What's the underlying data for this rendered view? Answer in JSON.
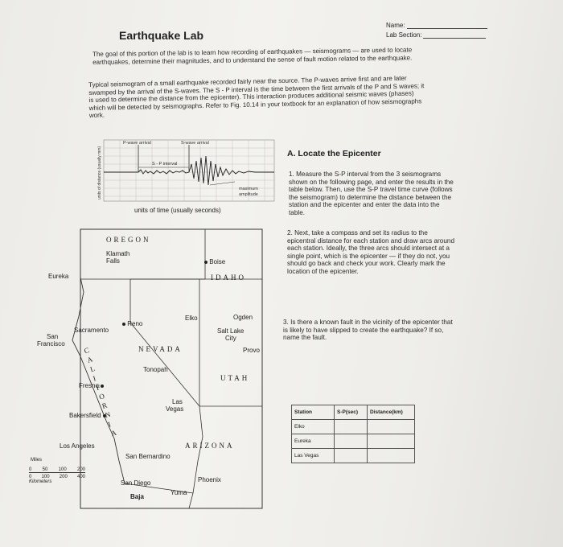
{
  "header": {
    "title": "Earthquake Lab",
    "name_label": "Name:",
    "lab_section_label": "Lab Section:"
  },
  "intro": {
    "p1": "The goal of this portion of the lab is to learn how recording of earthquakes — seismograms — are used to locate earthquakes, determine their magnitudes, and to understand the sense of fault motion related to the earthquake.",
    "p2": "Typical seismogram of a small earthquake recorded fairly near the source. The P-waves arrive first and are later swamped by the arrival of the S-waves. The S - P interval is the time between the first arrivals of the P and S waves; it is used to determine the distance from the epicenter). This interaction produces additional seismic waves (phases) which will be detected by seismographs. Refer to Fig. 10.14 in your textbook for an explanation of how seismographs work."
  },
  "seismogram": {
    "y_label": "units of distance (usually mm)",
    "x_label": "units of time (usually seconds)",
    "p_wave_label": "P-wave arrival",
    "s_wave_label": "S-wave arrival",
    "sp_interval_label": "S - P interval",
    "max_amp_label_1": "maximum",
    "max_amp_label_2": "amplitude"
  },
  "map": {
    "states": {
      "oregon": "OREGON",
      "idaho": "IDAHO",
      "nevada": "NEVADA",
      "utah": "UTAH",
      "arizona": "ARIZONA",
      "california": "CALIFORNIA"
    },
    "cities": {
      "klamath_1": "Klamath",
      "klamath_2": "Falls",
      "boise": "Boise",
      "eureka_ca": "Eureka",
      "reno": "Reno",
      "elko": "Elko",
      "ogden": "Ogden",
      "salt_lake_1": "Salt Lake",
      "salt_lake_2": "City",
      "provo": "Provo",
      "sacramento": "Sacramento",
      "san_francisco_1": "San",
      "san_francisco_2": "Francisco",
      "tonopah": "Tonopah",
      "fresno": "Fresno",
      "las_vegas_1": "Las",
      "las_vegas_2": "Vegas",
      "bakersfield": "Bakersfield",
      "los_angeles": "Los Angeles",
      "san_bernardino": "San Bernardino",
      "san_diego": "San Diego",
      "baja": "Baja",
      "yuma": "Yuma",
      "phoenix": "Phoenix"
    },
    "scale": {
      "miles_label": "Miles",
      "miles_ticks": [
        "0",
        "50",
        "100",
        "200"
      ],
      "km_ticks": [
        "0",
        "100",
        "200",
        "400"
      ],
      "km_label": "Kilometers"
    }
  },
  "section_a": {
    "title": "A. Locate the Epicenter",
    "step1": "1. Measure the S-P interval from the 3 seismograms shown on the following page, and enter the results in the table below. Then, use the S-P travel time curve (follows the seismogram) to determine the distance between the station and the epicenter and enter the data into the table.",
    "step2": "2. Next, take a compass and set its radius to the epicentral distance for each station and draw arcs around each station. Ideally, the three arcs should intersect at a single point, which is the epicenter — if they do not, you should go back and check your work. Clearly mark the location of the epicenter.",
    "step3": "3. Is there a known fault in the vicinity of the epicenter that is likely to have slipped to create the earthquake? If so, name the fault."
  },
  "table": {
    "headers": [
      "Station",
      "S-P(sec)",
      "Distance(km)"
    ],
    "rows": [
      [
        "Elko",
        "",
        ""
      ],
      [
        "Eureka",
        "",
        ""
      ],
      [
        "Las Vegas",
        "",
        ""
      ]
    ]
  }
}
